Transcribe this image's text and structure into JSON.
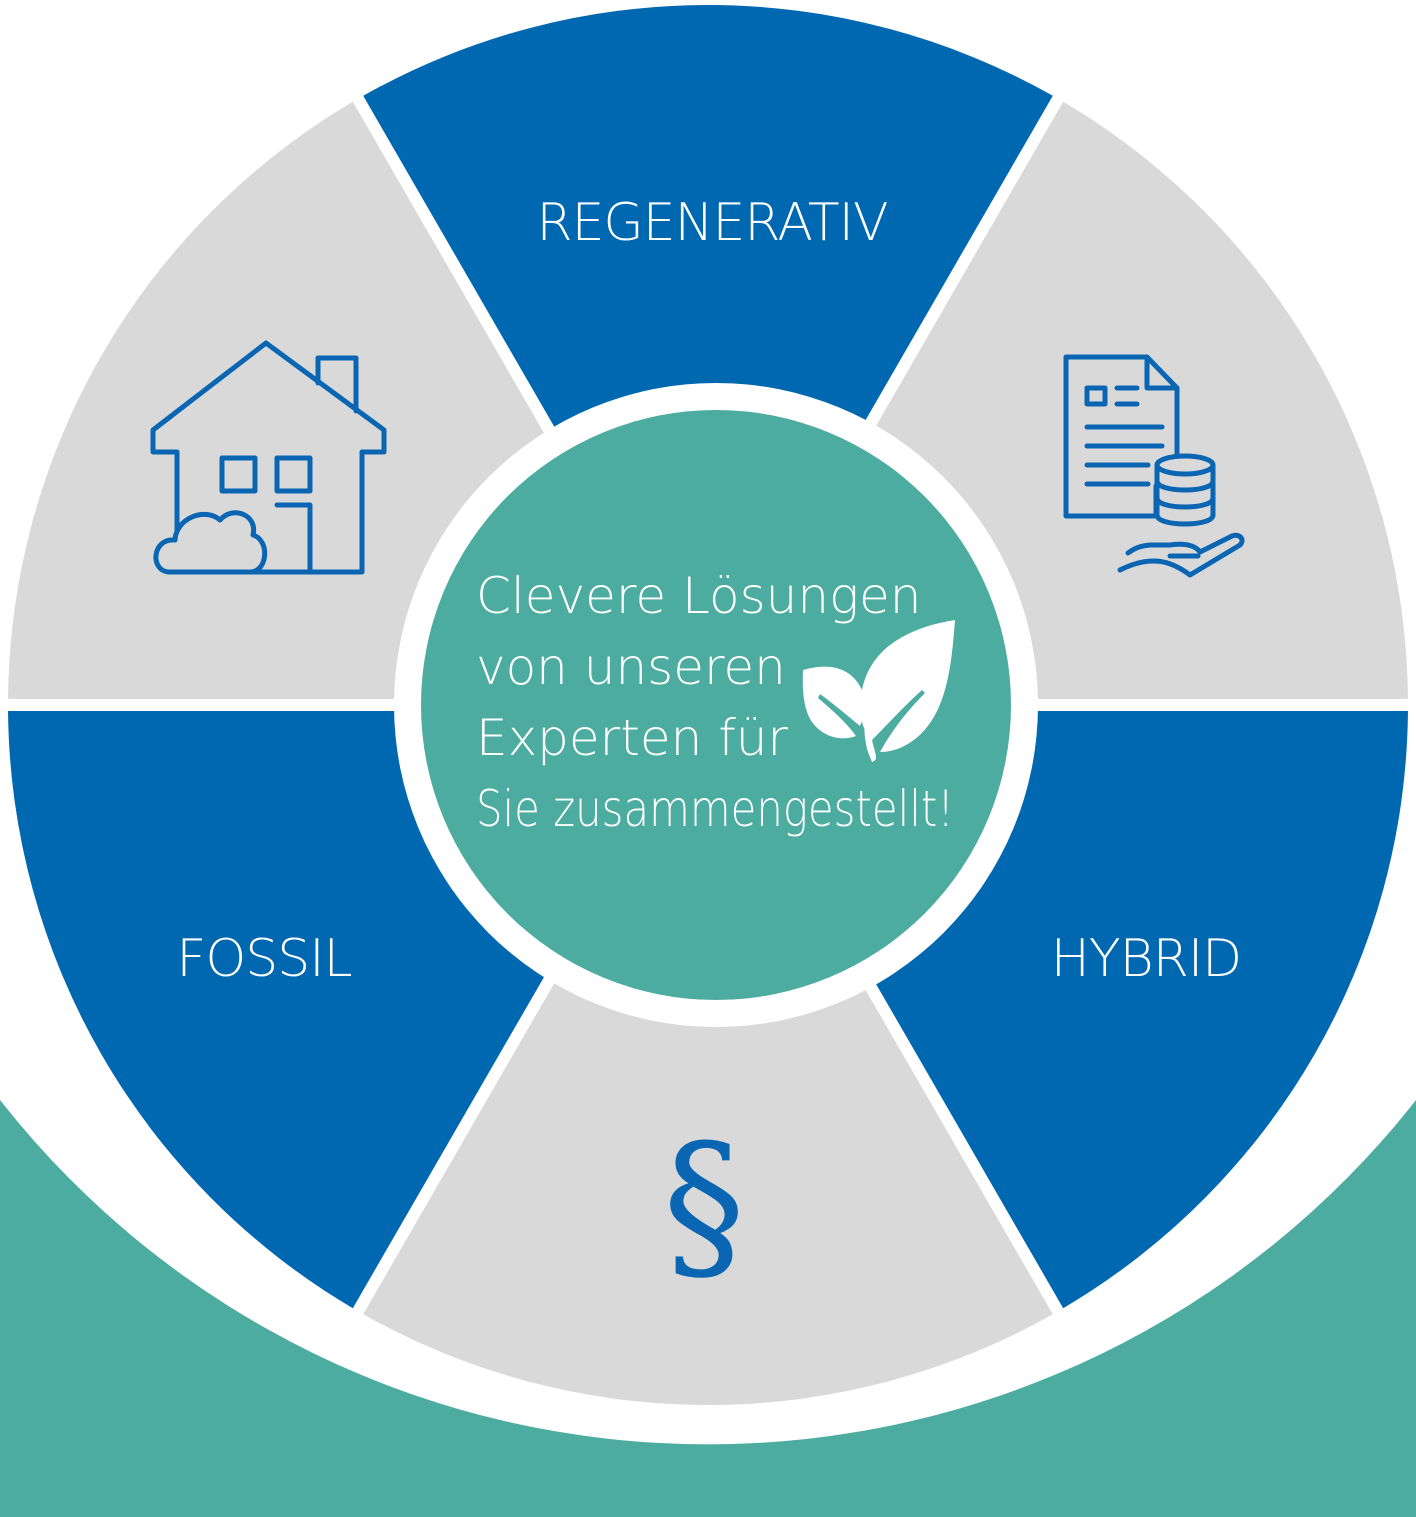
{
  "colors": {
    "blue": "#0067b1",
    "gray": "#d9d9d9",
    "teal": "#4daca0",
    "white": "#ffffff",
    "icon": "#0a66b2"
  },
  "segments": [
    {
      "id": "top",
      "label": "REGENERATIV",
      "color": "blue",
      "icon": ""
    },
    {
      "id": "upper-right",
      "label": "",
      "color": "gray",
      "icon": "document-coins-hand-icon"
    },
    {
      "id": "lower-right",
      "label": "HYBRID",
      "color": "blue",
      "icon": ""
    },
    {
      "id": "bottom",
      "label": "",
      "color": "gray",
      "icon": "paragraph-icon"
    },
    {
      "id": "lower-left",
      "label": "FOSSIL",
      "color": "blue",
      "icon": ""
    },
    {
      "id": "upper-left",
      "label": "",
      "color": "gray",
      "icon": "house-cloud-icon"
    }
  ],
  "center": {
    "lines": [
      "Clevere Lösungen",
      "von unseren",
      "Experten für",
      "Sie zusammengestellt!"
    ],
    "icon": "leaves-icon"
  },
  "paragraph_symbol": "§"
}
